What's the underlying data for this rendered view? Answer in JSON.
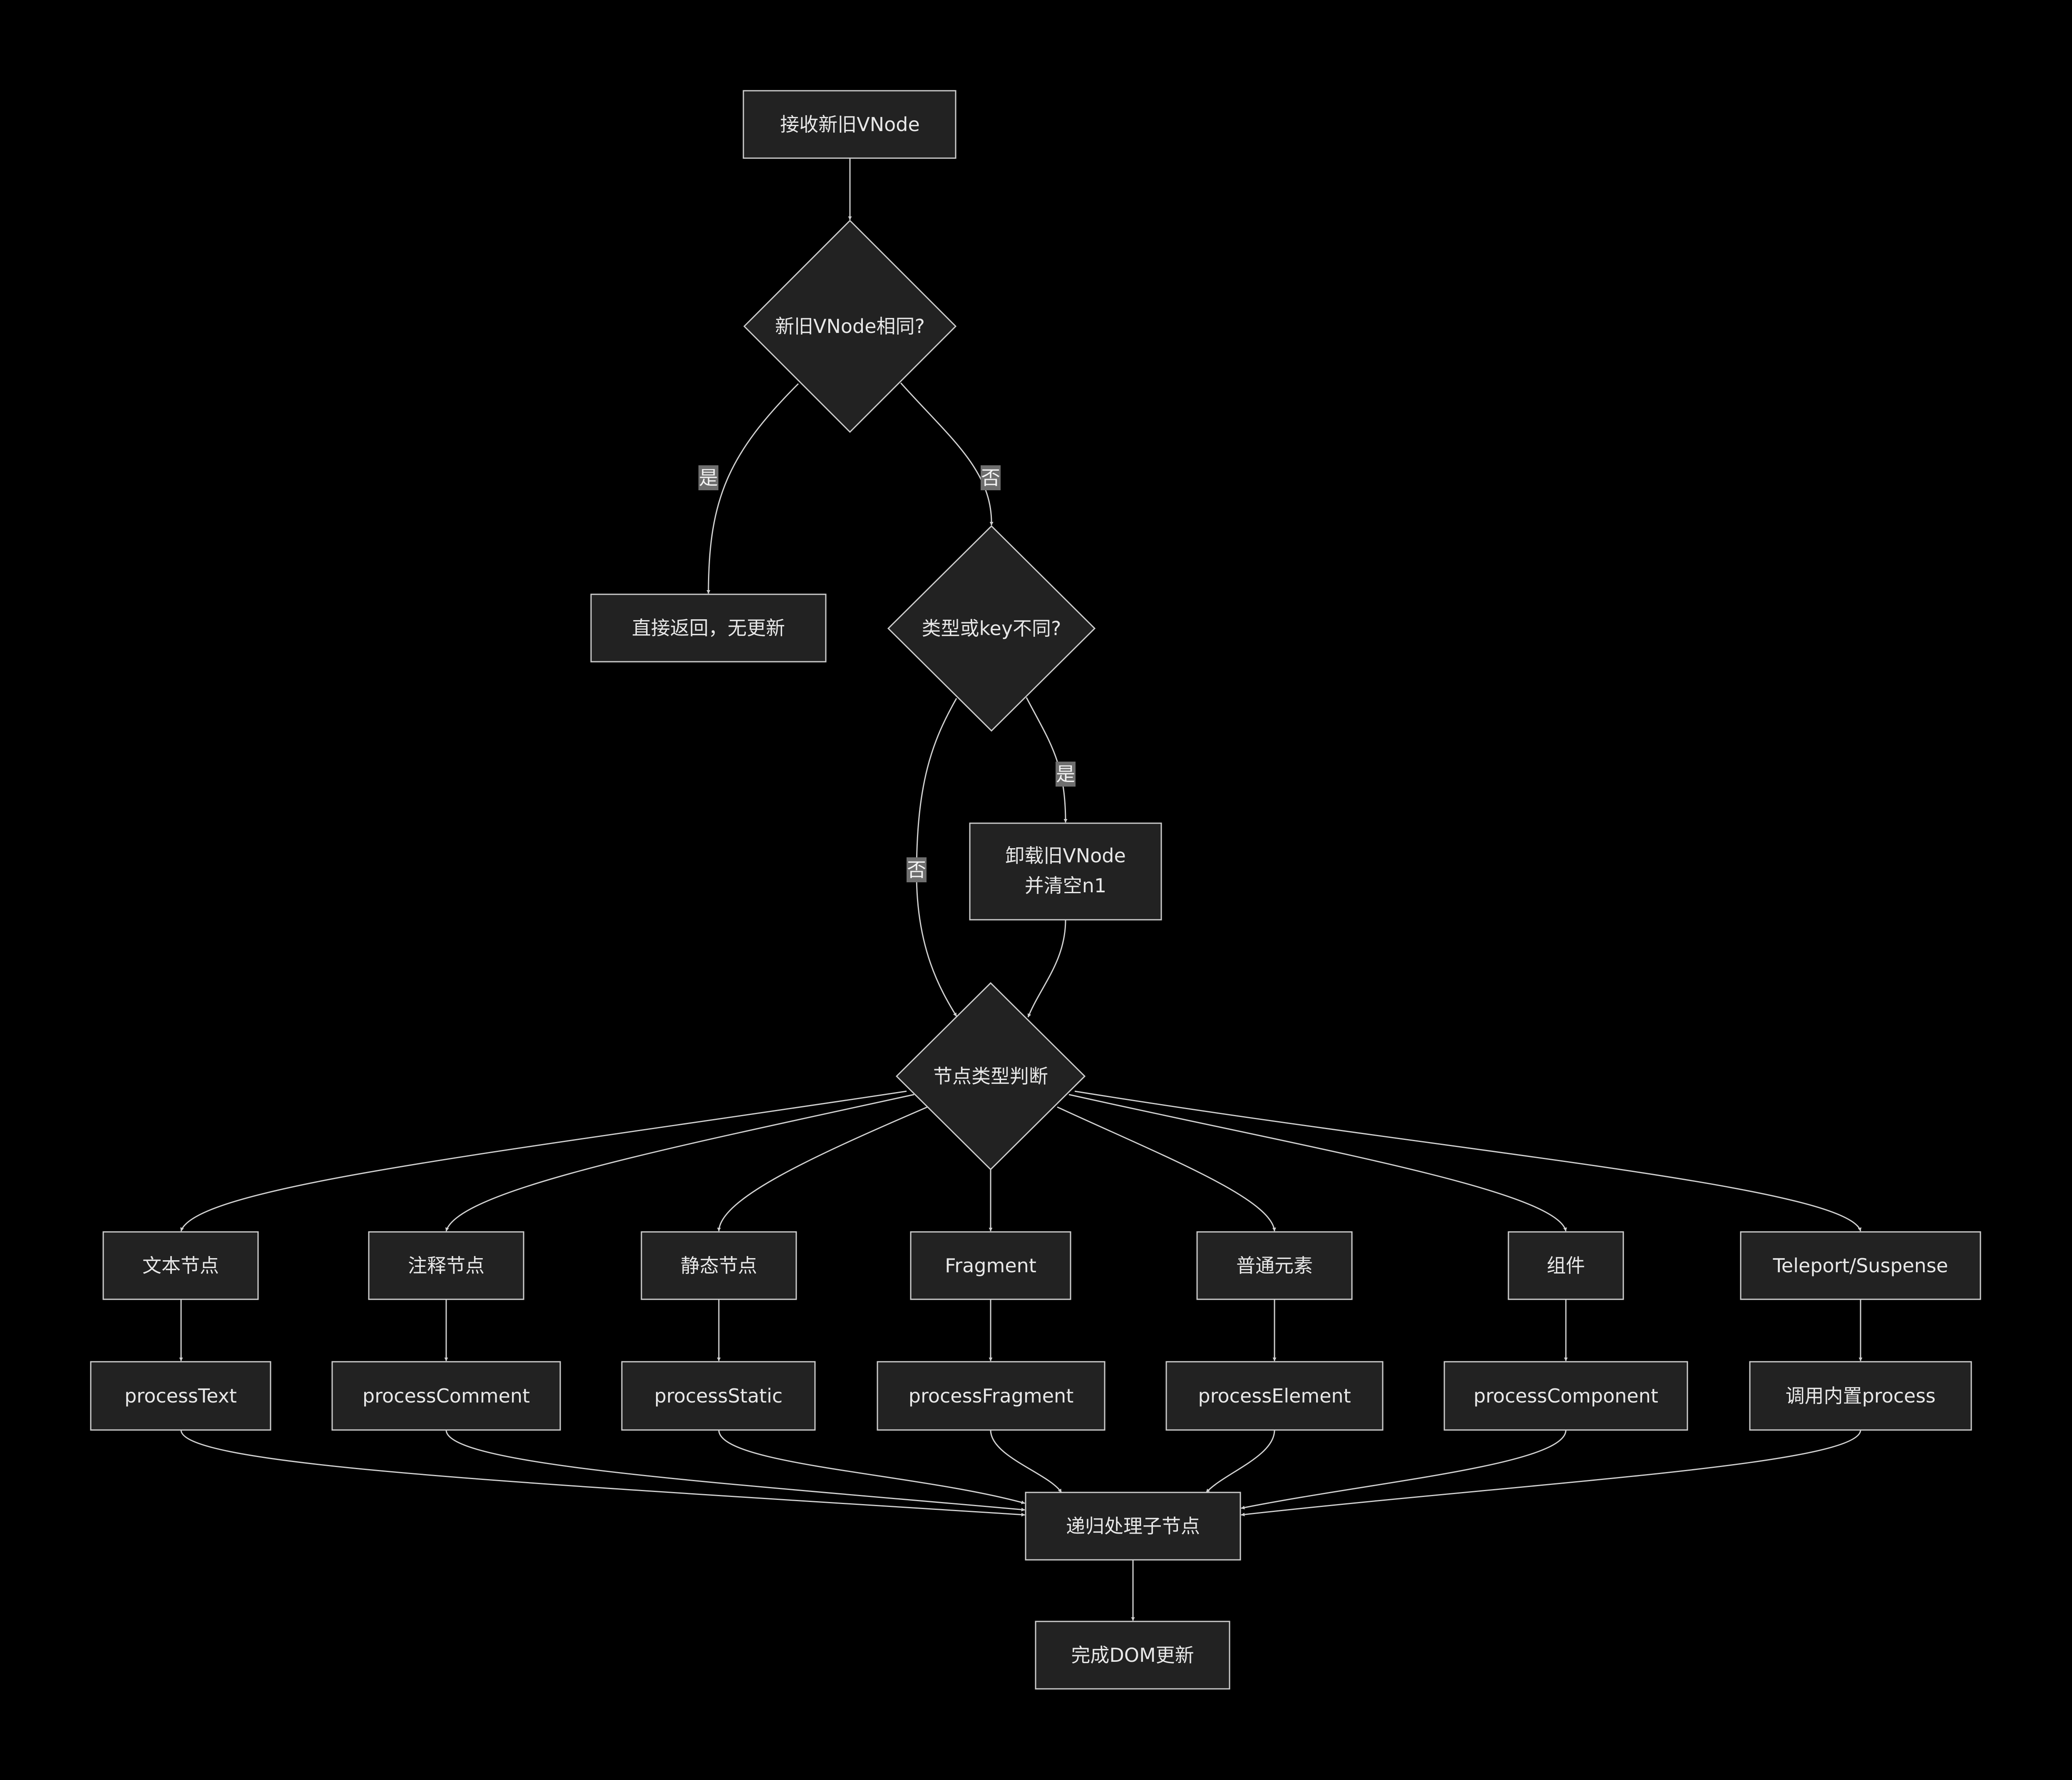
{
  "colors": {
    "background": "#000000",
    "node_fill": "#222222",
    "node_stroke": "#cccccc",
    "edge": "#d0d0d0",
    "text": "#e8e8e8",
    "edge_label_bg": "#6e6e6e"
  },
  "nodes": {
    "receive": "接收新旧VNode",
    "same_check": "新旧VNode相同?",
    "return_direct": "直接返回，无更新",
    "type_key_check": "类型或key不同?",
    "unmount_line1": "卸载旧VNode",
    "unmount_line2": "并清空n1",
    "node_type_check": "节点类型判断",
    "text_node": "文本节点",
    "comment_node": "注释节点",
    "static_node": "静态节点",
    "fragment": "Fragment",
    "element": "普通元素",
    "component": "组件",
    "teleport": "Teleport/Suspense",
    "process_text": "processText",
    "process_comment": "processComment",
    "process_static": "processStatic",
    "process_fragment": "processFragment",
    "process_element": "processElement",
    "process_component": "processComponent",
    "process_builtin": "调用内置process",
    "recurse_children": "递归处理子节点",
    "done": "完成DOM更新"
  },
  "edge_labels": {
    "same_yes": "是",
    "same_no": "否",
    "type_yes": "是",
    "type_no": "否"
  }
}
